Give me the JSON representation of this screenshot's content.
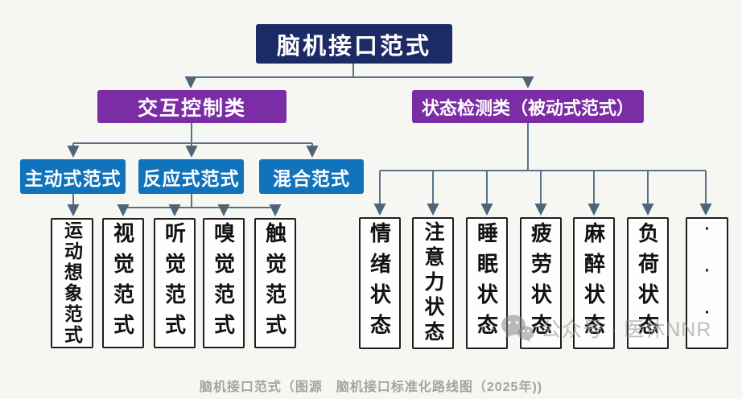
{
  "diagram": {
    "root": {
      "label": "脑机接口范式"
    },
    "categories": [
      {
        "label": "交互控制类"
      },
      {
        "label": "状态检测类（被动式范式）"
      }
    ],
    "interaction_types": [
      {
        "label": "主动式范式"
      },
      {
        "label": "反应式范式"
      },
      {
        "label": "混合范式"
      }
    ],
    "interaction_paradigms": [
      {
        "label": "运动想象范式"
      },
      {
        "label": "视觉范式"
      },
      {
        "label": "听觉范式"
      },
      {
        "label": "嗅觉范式"
      },
      {
        "label": "触觉范式"
      }
    ],
    "state_paradigms": [
      {
        "label": "情绪状态"
      },
      {
        "label": "注意力状态"
      },
      {
        "label": "睡眠状态"
      },
      {
        "label": "疲劳状态"
      },
      {
        "label": "麻醉状态"
      },
      {
        "label": "负荷状态"
      },
      {
        "label": "···"
      }
    ],
    "colors": {
      "root_bg": "#1c2a66",
      "category_bg": "#7a2da4",
      "type_bg": "#1173bb",
      "connector": "#5a7186",
      "leaf_border": "#1f1f1f"
    }
  },
  "watermark": {
    "icon": "wechat-icon",
    "text": "公众号 · 医休NNR"
  },
  "caption": {
    "text": "脑机接口范式（图源　脑机接口标准化路线图（2025年))"
  }
}
